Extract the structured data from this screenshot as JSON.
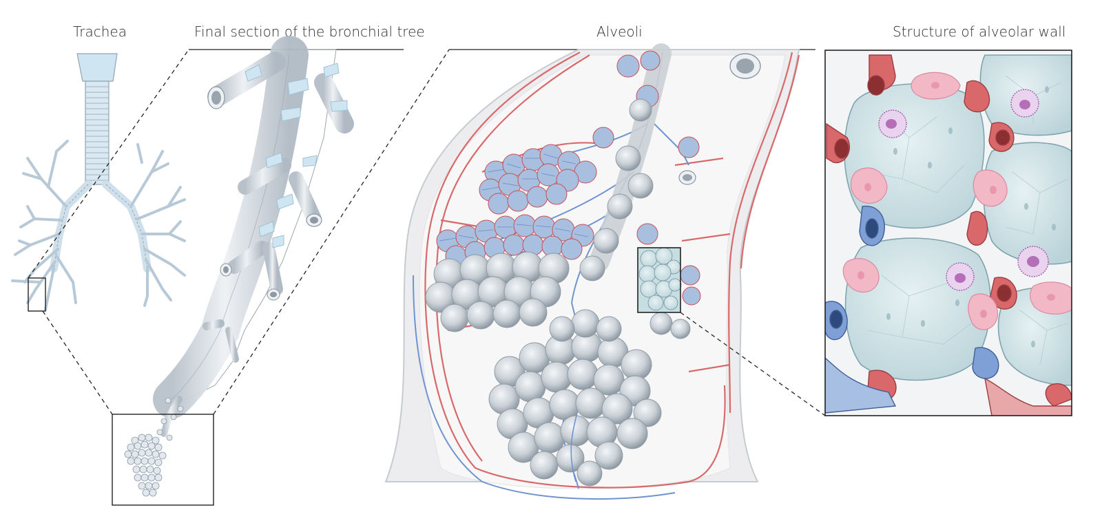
{
  "panels": {
    "trachea": {
      "title": "Trachea"
    },
    "bronchial_tree": {
      "title": "Final section of the bronchial tree"
    },
    "alveoli": {
      "title": "Alveoli"
    },
    "alveolar_wall": {
      "title": "Structure of alveolar wall"
    }
  },
  "colors": {
    "airway": "#d6dce3",
    "airway_edge": "#9aa6b2",
    "cartilage": "#cfe6f2",
    "artery": "#d9686a",
    "vein": "#6f93cf",
    "alveolus": "#cfd6dc",
    "alveolus_edge": "#8f9aa4",
    "wall_cell": "#f2b8c6",
    "macrophage": "#b56fb8",
    "background_lumen": "#d7e8ec"
  }
}
